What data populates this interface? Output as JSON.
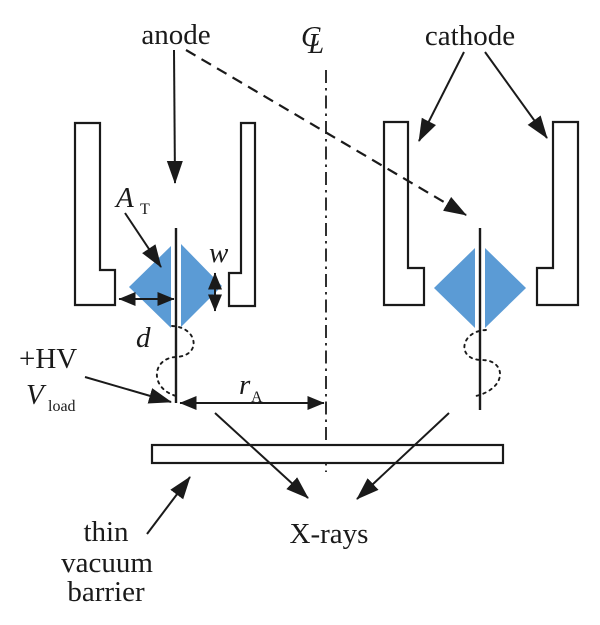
{
  "figure": {
    "type": "schematic-diagram",
    "subject": "dual anode-cathode X-ray source with thin vacuum barrier",
    "colors": {
      "background": "#ffffff",
      "line": "#1a1a1a",
      "anode_tip_fill": "#5b9bd5"
    },
    "labels": {
      "anode": "anode",
      "cathode": "cathode",
      "centerline": {
        "c": "C",
        "l": "L"
      },
      "a_t": {
        "base": "A",
        "sub": "T"
      },
      "w": "w",
      "d": "d",
      "plus_hv": "+HV",
      "v_load": {
        "base": "V",
        "sub": "load"
      },
      "r_a": {
        "base": "r",
        "sub": "A"
      },
      "x_rays": "X-rays",
      "vacuum_barrier": {
        "line1": "thin",
        "line2": "vacuum",
        "line3": "barrier"
      }
    }
  }
}
